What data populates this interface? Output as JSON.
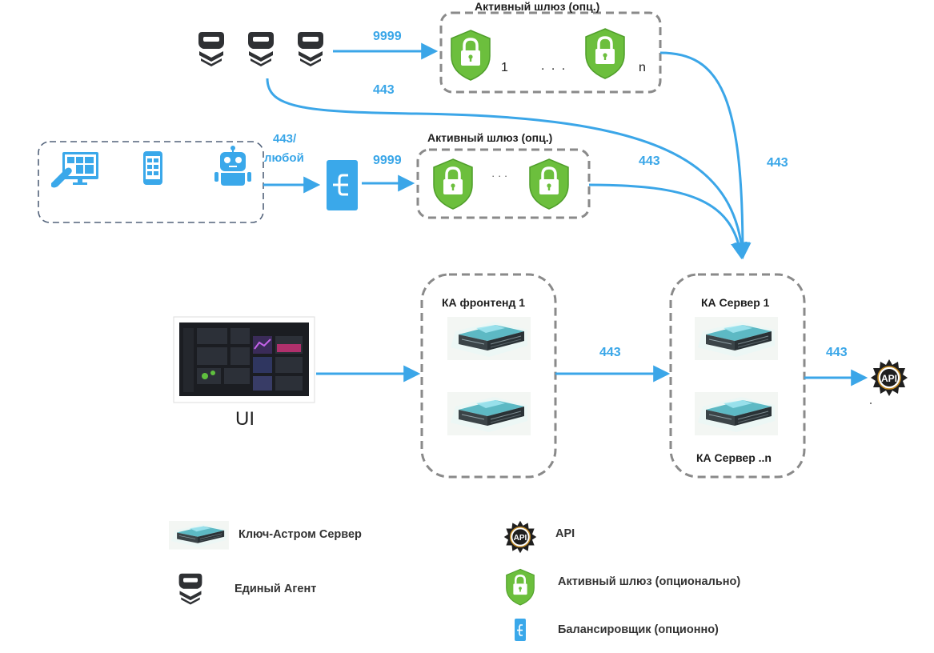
{
  "diagram": {
    "groups": {
      "gateway_top_title": "Активный шлюз (опц.)",
      "gateway_mid_title": "Активный шлюз (опц.)",
      "frontend_title": "КА фронтенд 1",
      "server_title": "КА Сервер 1",
      "server_bottom_title": "КА Сервер ..n"
    },
    "gateway_top": {
      "first_index": "1",
      "dots": ". . .",
      "last_index": "n"
    },
    "gateway_mid": {
      "dots": "· · ·"
    },
    "ports": {
      "agents_to_gateway": "9999",
      "agents_direct": "443",
      "clients_line1": "443/",
      "clients_line2": "любой",
      "balancer_to_gateway": "9999",
      "gateway_mid_out": "443",
      "gateway_top_out": "443",
      "frontend_to_server": "443",
      "server_to_api": "443"
    },
    "ui_label": "UI",
    "api_label": "API"
  },
  "legend": {
    "server": "Ключ-Астром Сервер",
    "agent": "Единый Агент",
    "api": "API",
    "gateway": "Активный шлюз (опционально)",
    "balancer": "Балансировщик (опционно)"
  },
  "colors": {
    "arrow": "#3ba6e8",
    "gateway_green": "#6cbf3d",
    "dashed_border": "#8a8a8a",
    "client_border": "#52627a",
    "agent_dark": "#2f3134"
  }
}
